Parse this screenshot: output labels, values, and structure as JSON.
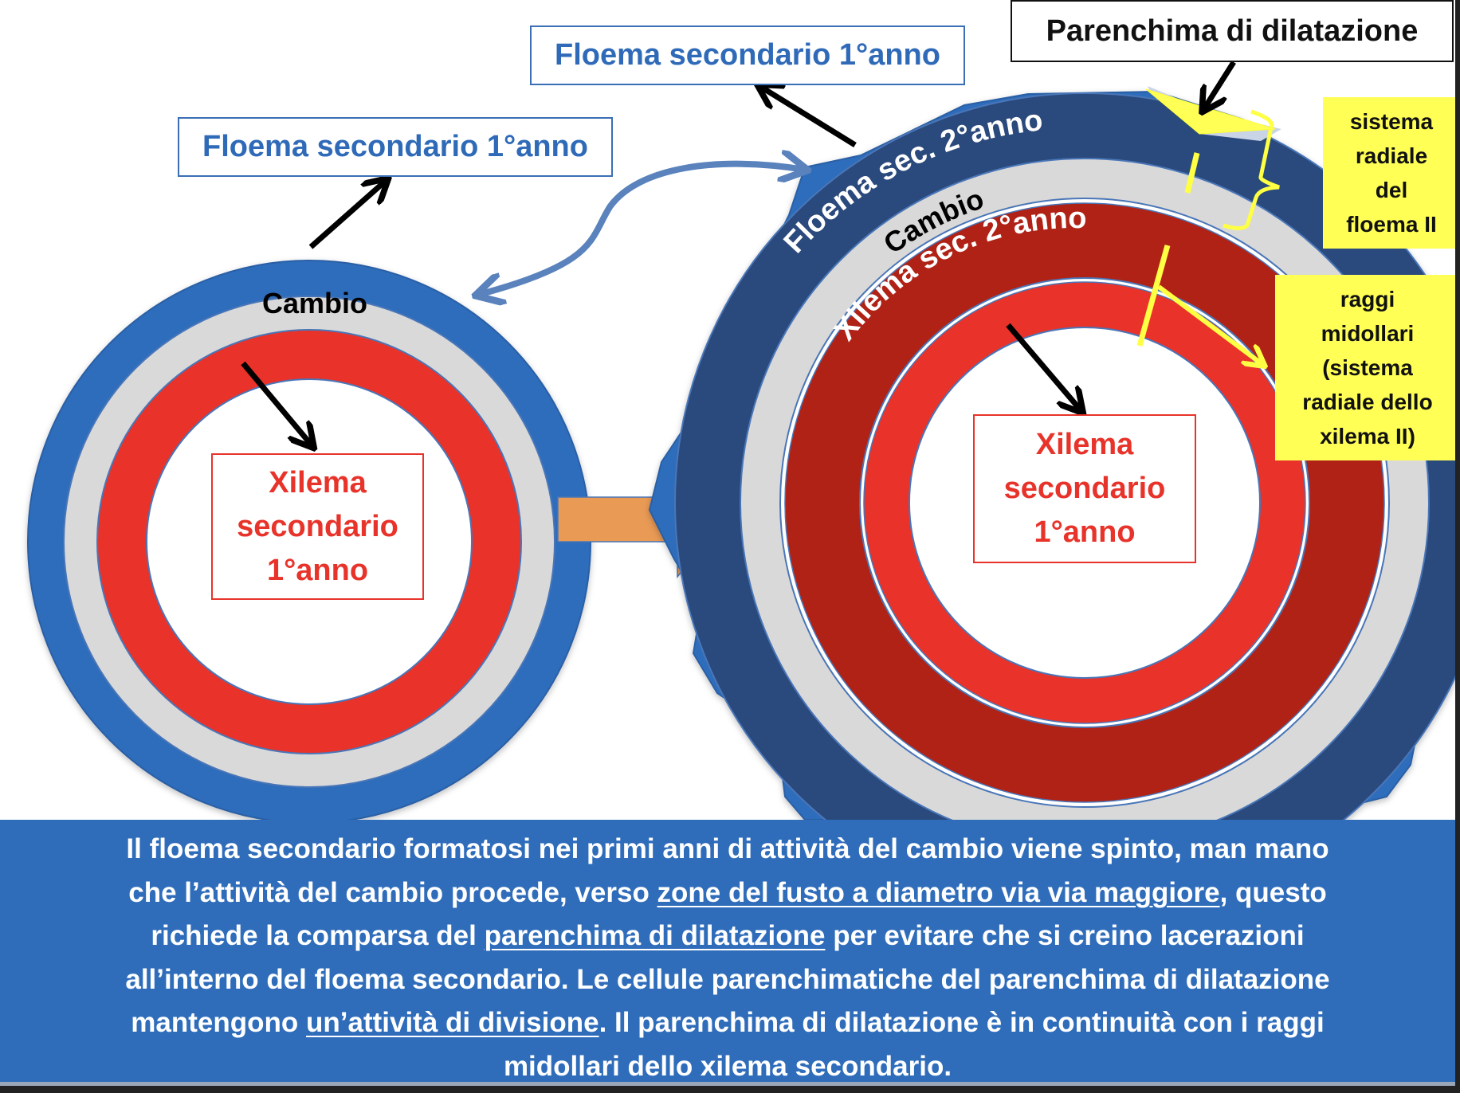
{
  "colors": {
    "phloem_blue": "#2f6dbb",
    "phloem_dark_blue": "#2b4a7c",
    "cambium_gray": "#d9d9d9",
    "xylem_red": "#e8332a",
    "xylem_dark_red": "#b02318",
    "dilatation_yellow": "#ffff55",
    "transition_arrow_orange": "#e99a55",
    "curved_arrow_blue": "#5a82bd",
    "panel_blue": "#2f6dbb"
  },
  "left_diagram": {
    "phloem_label": "Floema secondario 1°anno",
    "cambium_label": "Cambio",
    "xylem_label_lines": [
      "Xilema",
      "secondario",
      "1°anno"
    ]
  },
  "right_diagram": {
    "phloem_old_label": "Floema secondario 1°anno",
    "phloem_new_label": "Floema sec. 2°anno",
    "cambium_label": "Cambio",
    "xylem_new_label": "Xilema sec. 2°anno",
    "xylem_old_label_lines": [
      "Xilema",
      "secondario",
      "1°anno"
    ],
    "dilatation_label": "Parenchima di dilatazione",
    "phloem_radial_label_lines": [
      "sistema",
      "radiale",
      "del",
      "floema II"
    ],
    "xylem_rays_label_lines": [
      "raggi",
      "midollari",
      "(sistema",
      "radiale dello",
      "xilema II)"
    ]
  },
  "icons": {
    "transition_arrow": "right-arrow-icon",
    "curved_arrow": "double-headed-curved-arrow-icon",
    "pointer_arrows": "black-arrow-icon"
  },
  "panel": {
    "lines": [
      [
        {
          "t": "Il floema secondario formatosi nei primi anni di attività del cambio viene spinto, man mano"
        }
      ],
      [
        {
          "t": "che l’attività del cambio procede, verso "
        },
        {
          "t": "zone del fusto a diametro via via maggiore",
          "u": true
        },
        {
          "t": ", questo"
        }
      ],
      [
        {
          "t": "richiede la comparsa del "
        },
        {
          "t": "parenchima di dilatazione",
          "u": true
        },
        {
          "t": " per evitare che si creino lacerazioni"
        }
      ],
      [
        {
          "t": "all’interno del floema secondario. Le cellule parenchimatiche del parenchima di dilatazione"
        }
      ],
      [
        {
          "t": "mantengono "
        },
        {
          "t": "un’attività di divisione",
          "u": true
        },
        {
          "t": ". Il parenchima di dilatazione è in continuità con i raggi"
        }
      ],
      [
        {
          "t": "midollari dello xilema secondario."
        }
      ]
    ]
  }
}
